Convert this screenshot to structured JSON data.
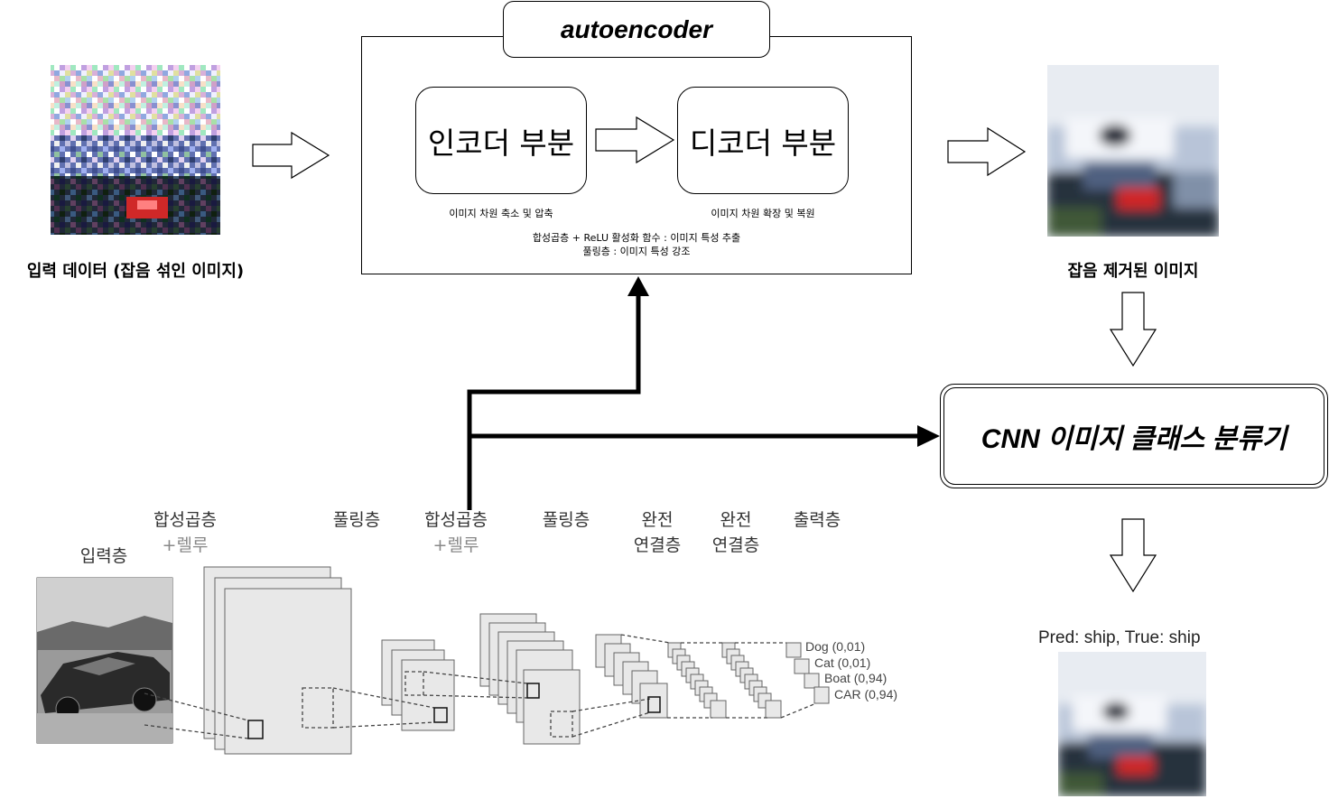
{
  "input_caption": "입력 데이터 (잡음 섞인 이미지)",
  "autoencoder": {
    "title": "autoencoder",
    "encoder": {
      "label": "인코더 부분",
      "desc": "이미지 차원 축소 및 압축"
    },
    "decoder": {
      "label": "디코더 부분",
      "desc": "이미지 차원 확장 및 복원"
    },
    "note_line1": "합성곱층 + ReLU 활성화 함수 : 이미지 특성 추출",
    "note_line2": "풀링층 : 이미지 특성 강조"
  },
  "output_caption": "잡음 제거된 이미지",
  "cnn_box_label": "CNN 이미지 클래스 분류기",
  "prediction": "Pred: ship, True: ship",
  "cnn_layers": {
    "input": "입력층",
    "conv1_a": "합성곱층",
    "conv1_b": "+렐루",
    "pool1": "풀링층",
    "conv2_a": "합성곱층",
    "conv2_b": "+렐루",
    "pool2": "풀링층",
    "fc1_a": "완전",
    "fc1_b": "연결층",
    "fc2_a": "완전",
    "fc2_b": "연결층",
    "output": "출력층"
  },
  "class_scores": [
    {
      "text": "Dog (0,01)"
    },
    {
      "text": "Cat (0,01)"
    },
    {
      "text": "Boat (0,94)"
    },
    {
      "text": "CAR (0,94)"
    }
  ],
  "colors": {
    "stroke": "#000000",
    "layer_fill": "#e8e8e8",
    "layer_stroke": "#666666"
  }
}
